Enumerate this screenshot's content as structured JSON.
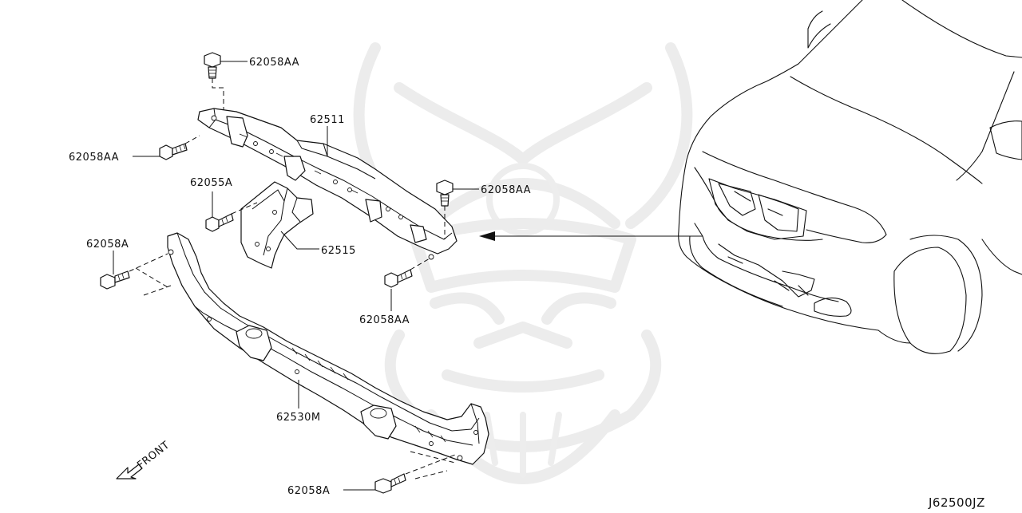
{
  "diagram_code": "J62500JZ",
  "front_label": "FRONT",
  "parts": {
    "bolt_top": "62058AA",
    "bolt_left_upper": "62058AA",
    "bolt_right_upper": "62058AA",
    "bolt_center_lower": "62058AA",
    "upper_support": "62511",
    "bracket_bolt": "62055A",
    "bracket": "62515",
    "bolt_left_lower": "62058A",
    "lower_member": "62530M",
    "bolt_bottom": "62058A"
  }
}
